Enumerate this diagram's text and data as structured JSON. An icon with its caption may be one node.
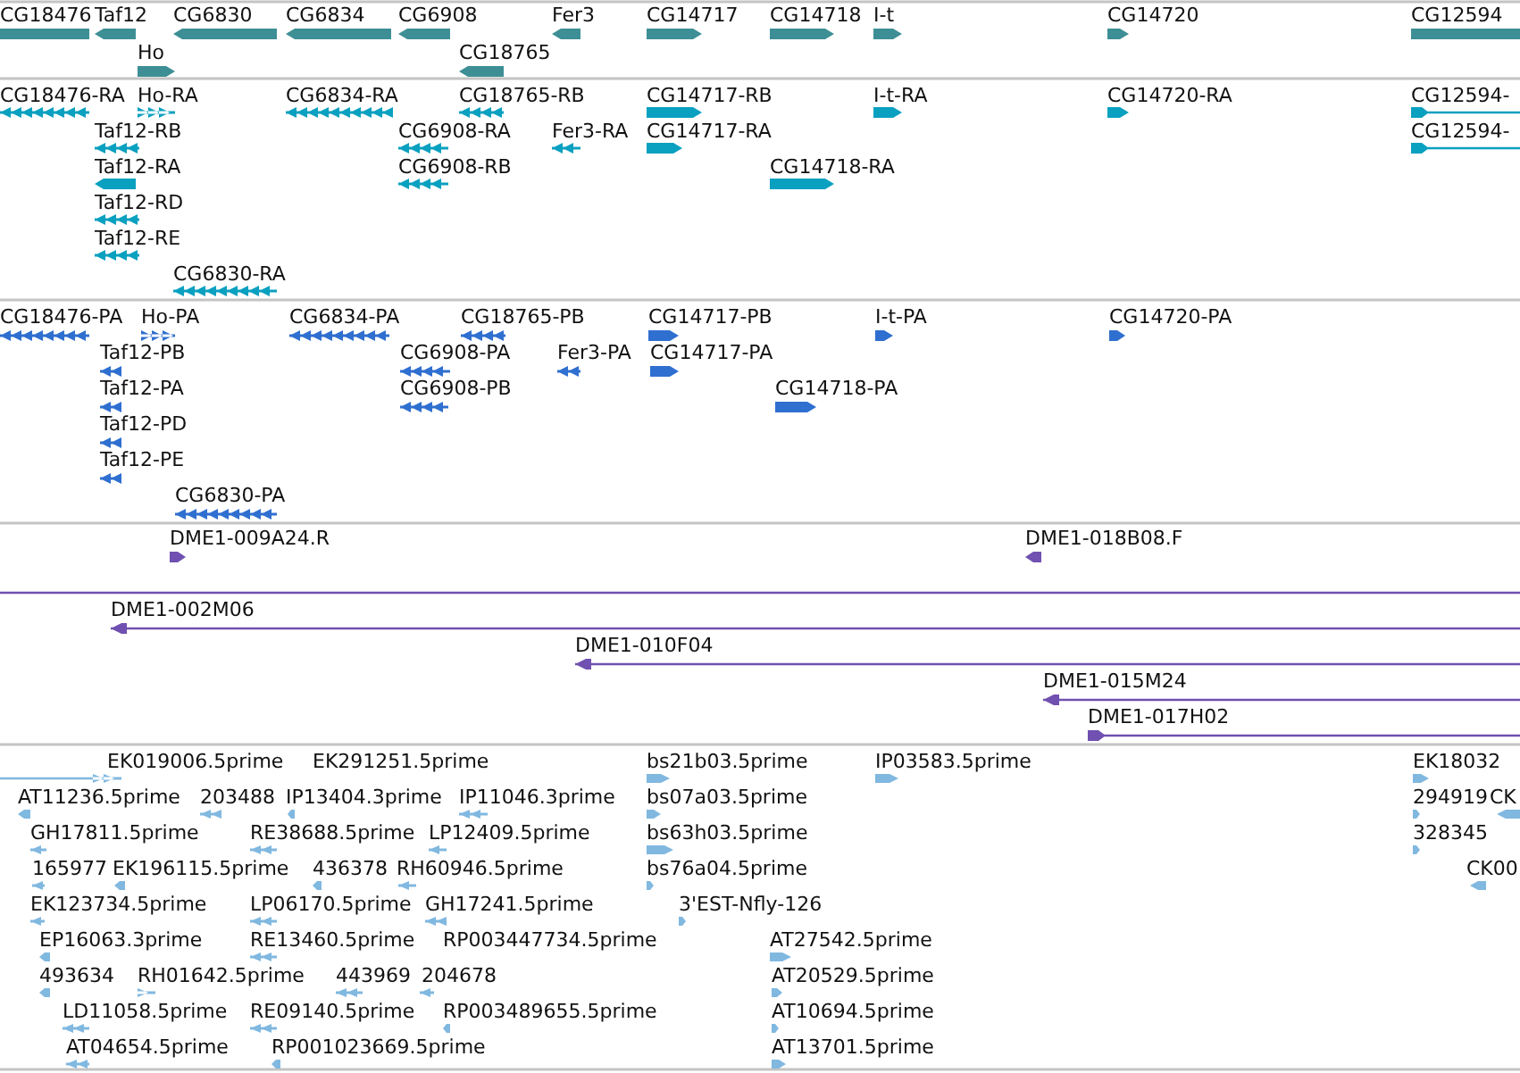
{
  "diagram": {
    "labels": [
      "CG18476",
      "Taf12",
      "CG6830",
      "CG6834",
      "CG6908",
      "Fer3",
      "CG14717",
      "CG14718",
      "I-t",
      "CG14720",
      "CG12594",
      "Ho",
      "CG18765",
      "CG18476-RA",
      "Ho-RA",
      "CG6834-RA",
      "CG18765-RB",
      "CG14717-RB",
      "I-t-RA",
      "CG14720-RA",
      "CG12594-",
      "Taf12-RB",
      "CG6908-RA",
      "Fer3-RA",
      "CG14717-RA",
      "CG12594-",
      "Taf12-RA",
      "CG6908-RB",
      "CG14718-RA",
      "Taf12-RD",
      "Taf12-RE",
      "CG6830-RA",
      "CG18476-PA",
      "Ho-PA",
      "CG6834-PA",
      "CG18765-PB",
      "CG14717-PB",
      "I-t-PA",
      "CG14720-PA",
      "Taf12-PB",
      "CG6908-PA",
      "Fer3-PA",
      "CG14717-PA",
      "Taf12-PA",
      "CG6908-PB",
      "CG14718-PA",
      "Taf12-PD",
      "Taf12-PE",
      "CG6830-PA",
      "DME1-009A24.R",
      "DME1-018B08.F",
      "DME1-002M06",
      "DME1-010F04",
      "DME1-015M24",
      "DME1-017H02",
      "EK019006.5prime",
      "EK291251.5prime",
      "bs21b03.5prime",
      "IP03583.5prime",
      "EK18032",
      "AT11236.5prime",
      "203488",
      "IP13404.3prime",
      "IP11046.3prime",
      "bs07a03.5prime",
      "294919",
      "CK",
      "GH17811.5prime",
      "RE38688.5prime",
      "LP12409.5prime",
      "bs63h03.5prime",
      "328345",
      "165977",
      "EK196115.5prime",
      "436378",
      "RH60946.5prime",
      "bs76a04.5prime",
      "CK00",
      "EK123734.5prime",
      "LP06170.5prime",
      "GH17241.5prime",
      "3'EST-Nfly-126",
      "EP16063.3prime",
      "RE13460.5prime",
      "RP003447734.5prime",
      "AT27542.5prime",
      "493634",
      "RH01642.5prime",
      "443969",
      "204678",
      "AT20529.5prime",
      "LD11058.5prime",
      "RE09140.5prime",
      "RP003489655.5prime",
      "AT10694.5prime",
      "AT04654.5prime",
      "RP001023669.5prime",
      "AT13701.5prime"
    ]
  }
}
